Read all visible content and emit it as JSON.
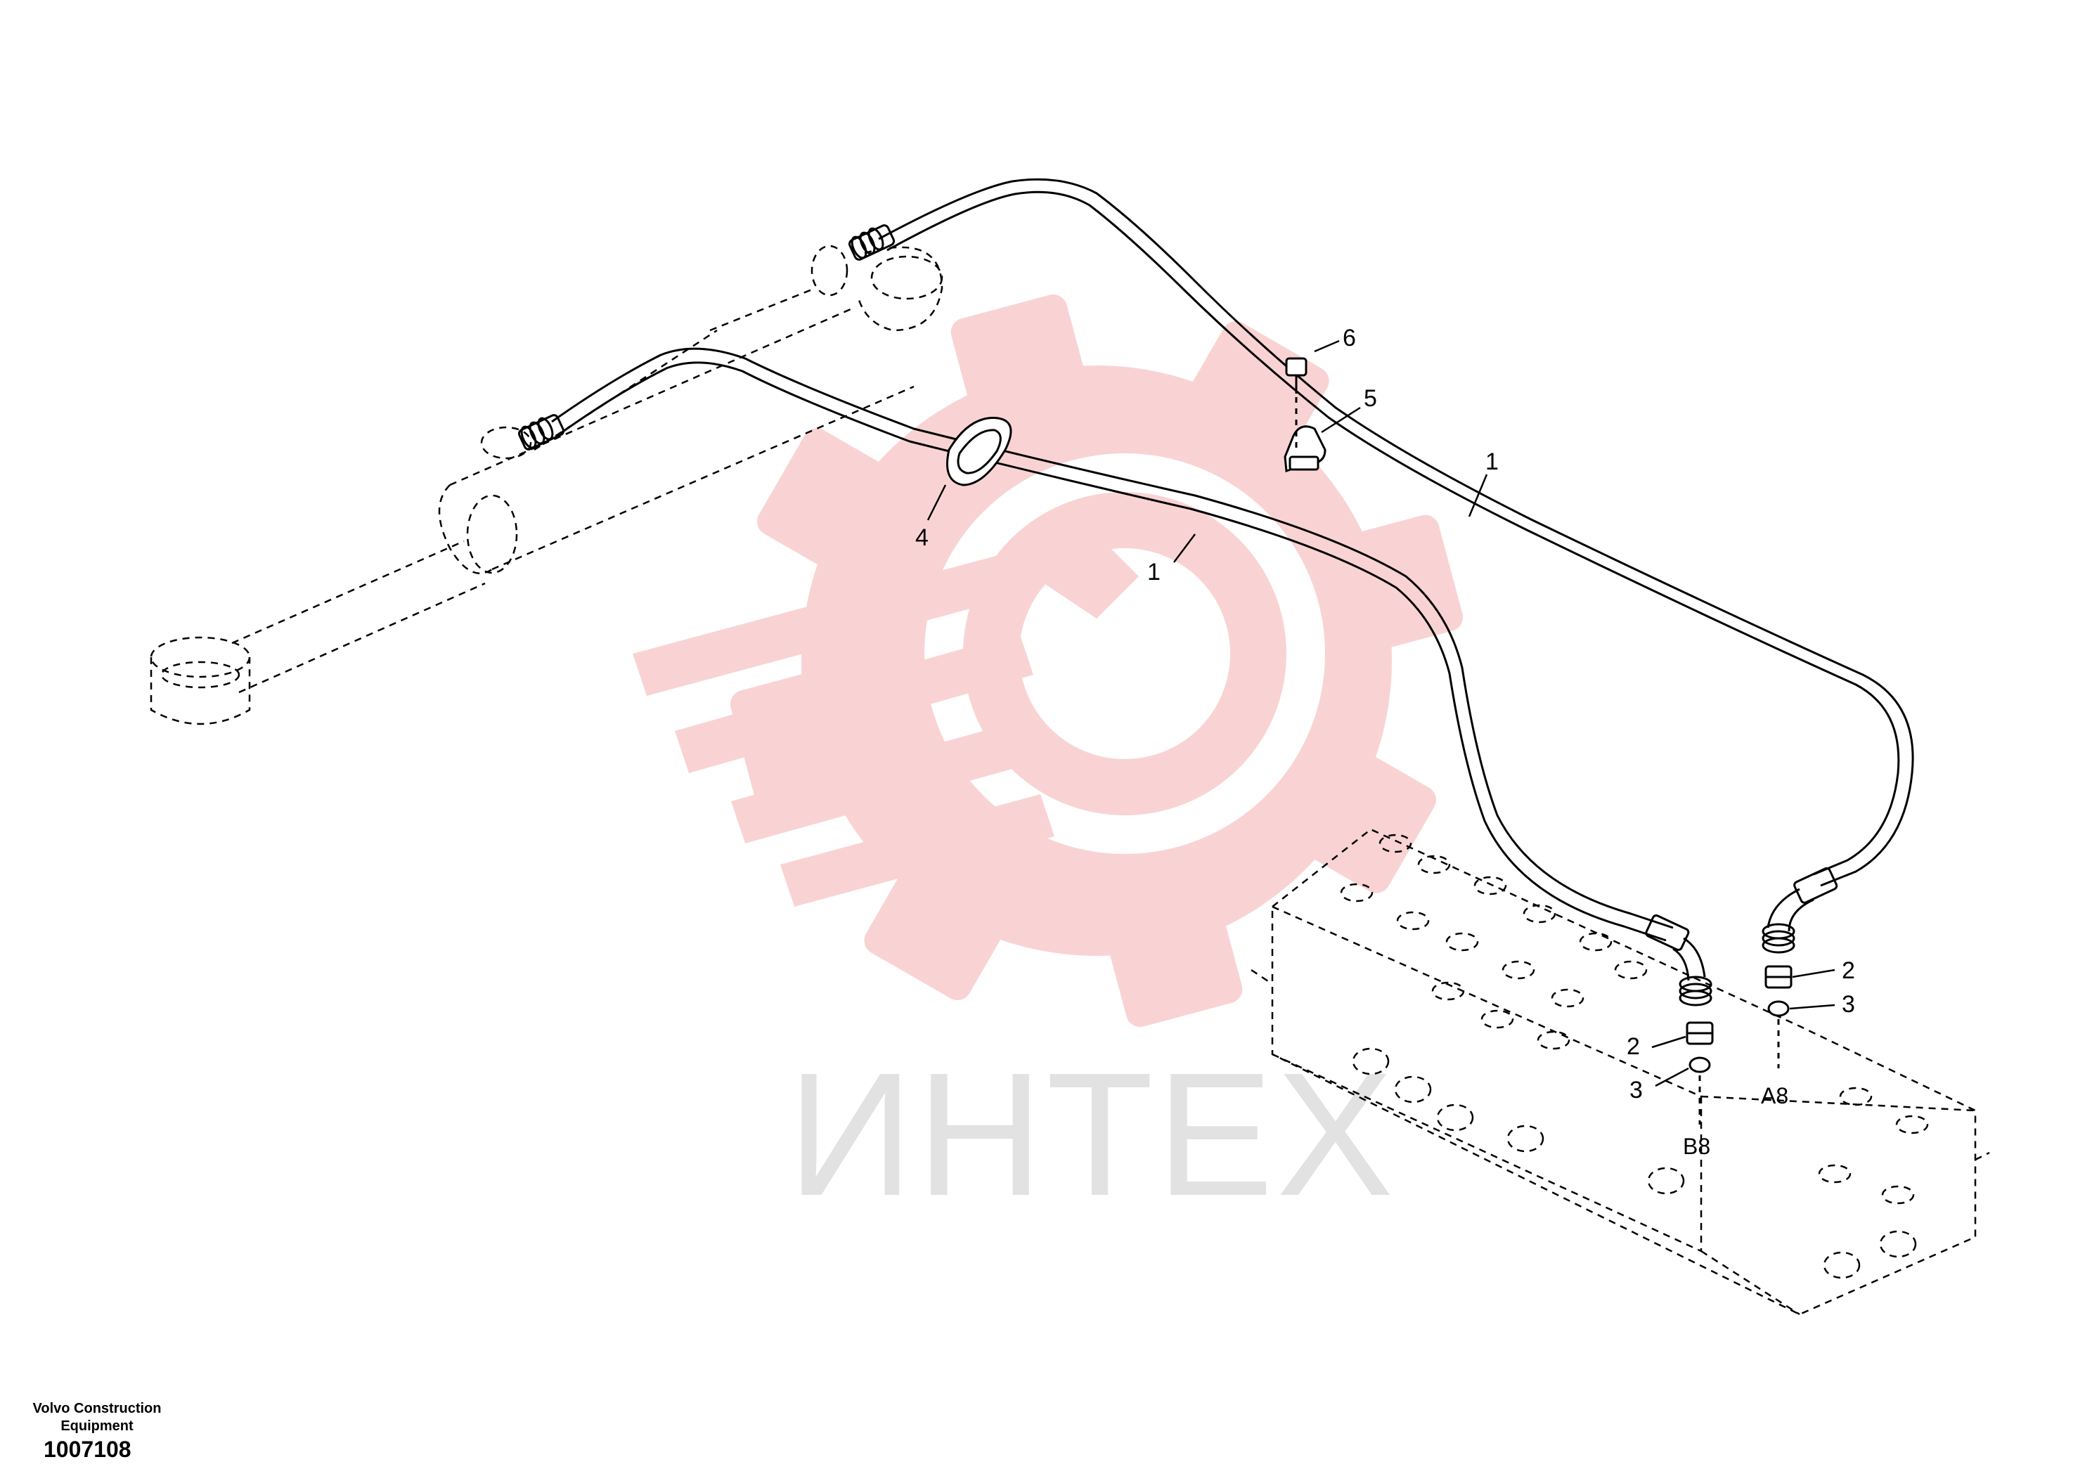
{
  "colors": {
    "line": "#000000",
    "watermark_gear": "#f9d3d3",
    "watermark_text": "#e2e2e2"
  },
  "watermark": {
    "text": "ИНТЕХ",
    "icon": "gear-wrench-icon"
  },
  "callouts": {
    "hose_upper": "1",
    "hose_lower": "1",
    "fitting_a8": "2",
    "fitting_b8": "2",
    "oring_a8": "3",
    "oring_b8": "3",
    "hose_guide": "4",
    "clamp": "5",
    "bolt": "6"
  },
  "ports": {
    "a8": "A8",
    "b8": "B8"
  },
  "footer": {
    "company_line1": "Volvo Construction",
    "company_line2": "Equipment",
    "drawing_number": "1007108"
  }
}
